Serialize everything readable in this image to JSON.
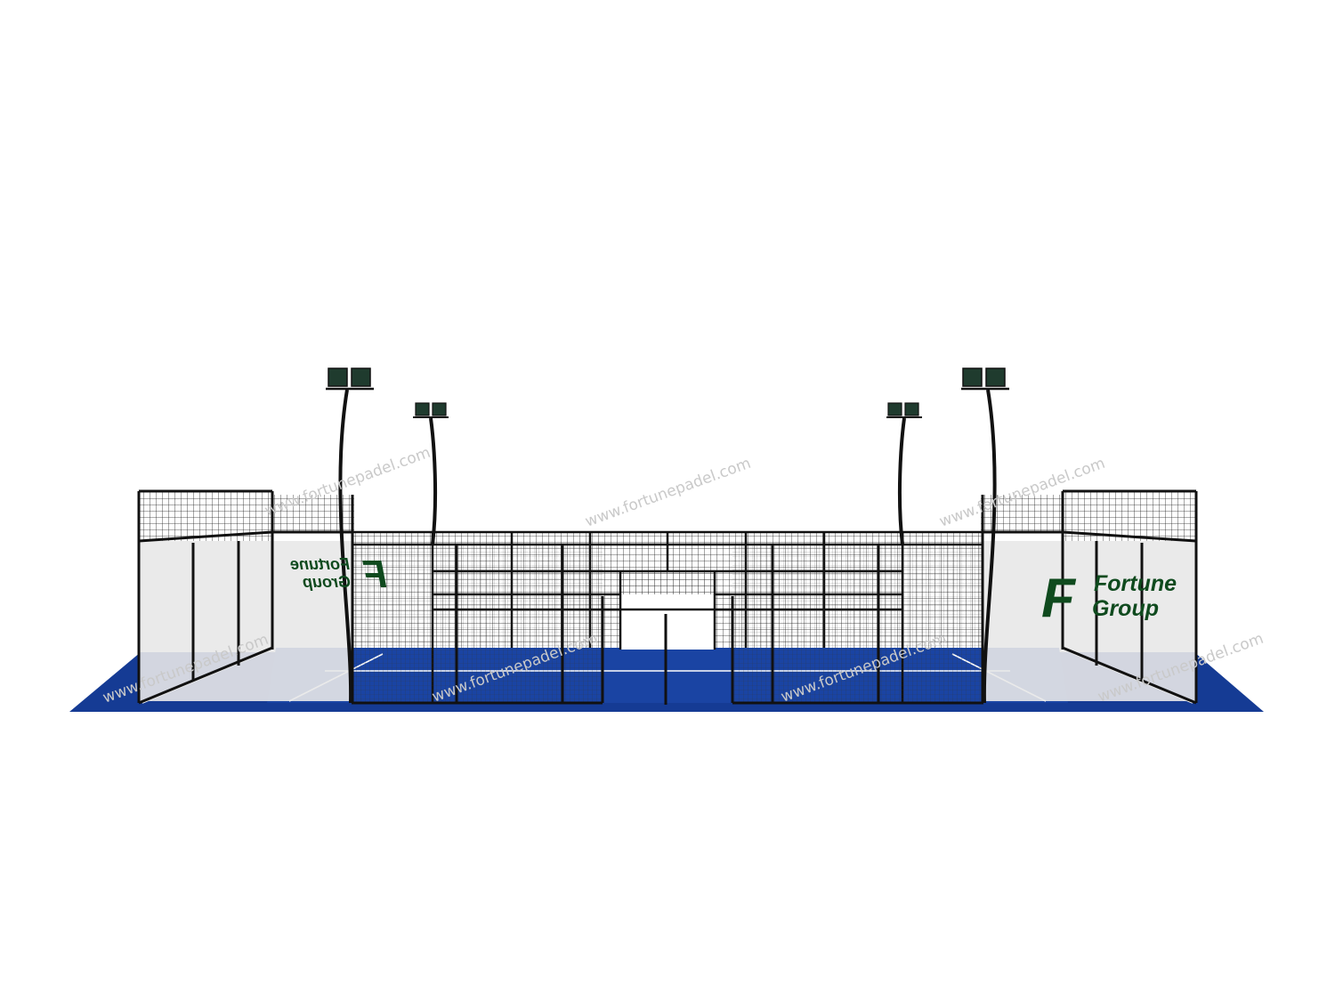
{
  "brand": {
    "word1": "Fortune",
    "word2": "Group",
    "logo_letter": "F",
    "green": "#0f4a1e"
  },
  "watermark": {
    "text": "www.fortunepadel.com",
    "color": "#c9c9c9"
  },
  "colors": {
    "court": "#153b94",
    "court_edge": "#0e2d78",
    "frame": "#111111",
    "glass": "#e8e8e8",
    "background": "#ffffff"
  },
  "icons": [
    "floodlight-icon",
    "logo-f-icon"
  ]
}
